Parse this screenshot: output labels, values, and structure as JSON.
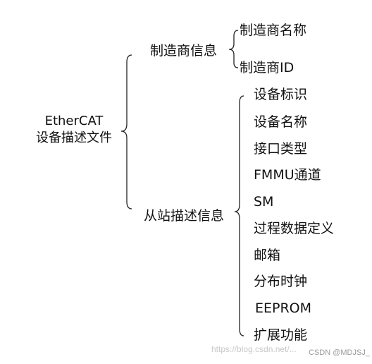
{
  "root": {
    "line1": "EtherCAT",
    "line2": "设备描述文件"
  },
  "branches": {
    "manufacturer": {
      "label": "制造商信息",
      "children": [
        "制造商名称",
        "制造商ID"
      ]
    },
    "slave": {
      "label": "从站描述信息",
      "children": [
        "设备标识",
        "设备名称",
        "接口类型",
        "FMMU通道",
        "SM",
        "过程数据定义",
        "邮箱",
        "分布时钟",
        "EEPROM",
        "扩展功能"
      ]
    }
  },
  "watermark": {
    "url": "https://blog.csdn.net/...",
    "credit": "CSDN @MDJSJ_"
  }
}
